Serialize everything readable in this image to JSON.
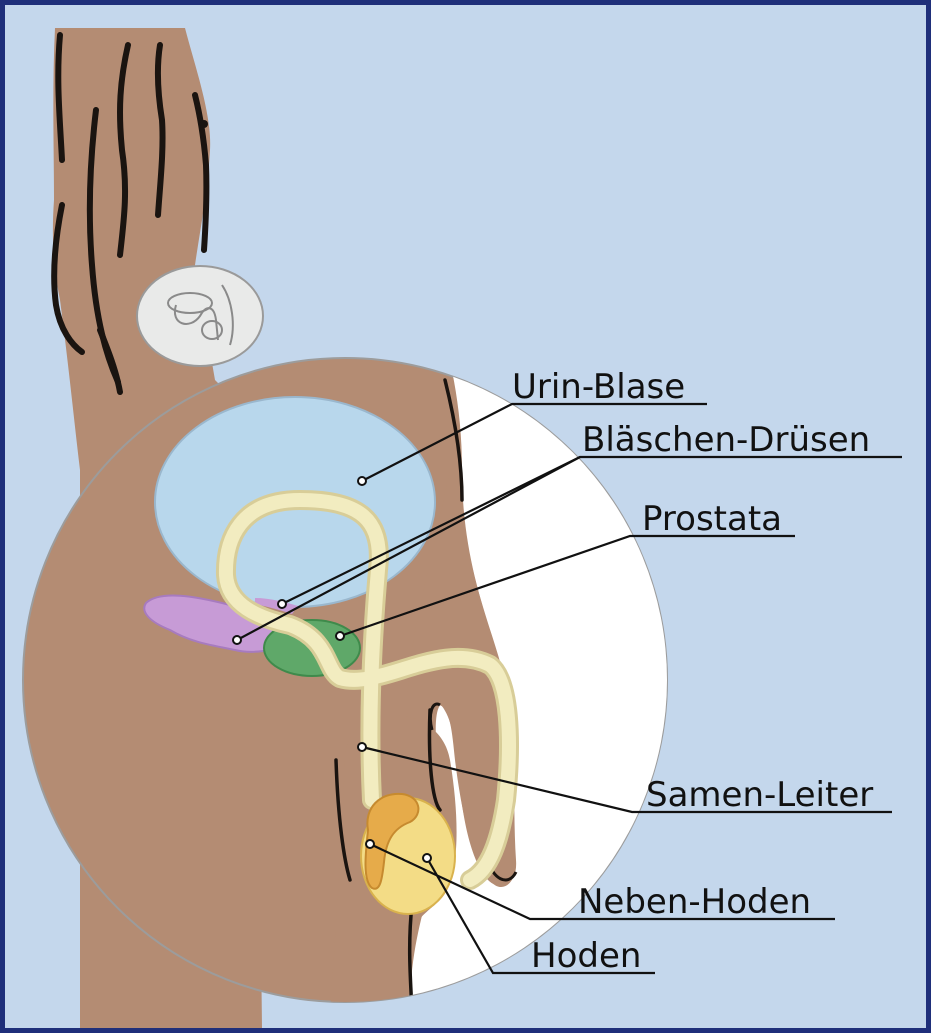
{
  "colors": {
    "background": "#c4d7ec",
    "border": "#1f2f7a",
    "skin": "#b48c73",
    "outline": "#1a1410",
    "bladder": "#b8d7ec",
    "duct": "#f2ecc0",
    "seminal_vesicle": "#c79bd6",
    "prostate": "#5fa869",
    "testis": "#f3dc86",
    "epididymis": "#e6ab4a",
    "white_area": "#ffffff"
  },
  "labels": {
    "urin_blase": "Urin-Blase",
    "blaeschen_druesen": "Bläschen-Drüsen",
    "prostata": "Prostata",
    "samen_leiter": "Samen-Leiter",
    "neben_hoden": "Neben-Hoden",
    "hoden": "Hoden"
  }
}
